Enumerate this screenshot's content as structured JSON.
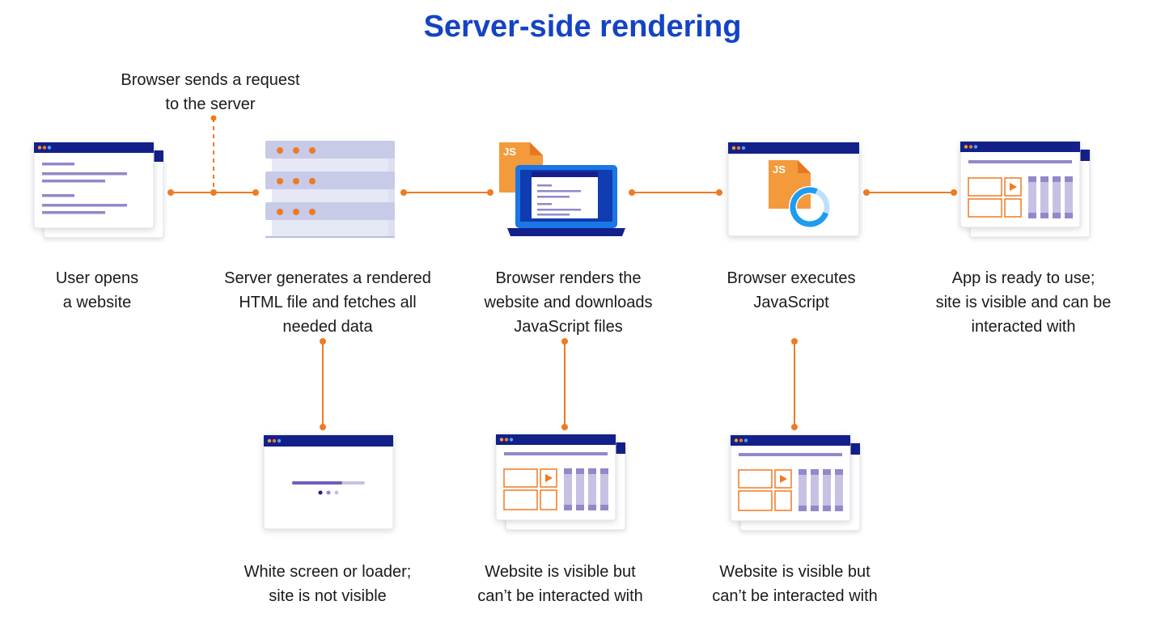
{
  "title": "Server-side rendering",
  "request_note": {
    "line1": "Browser sends a request",
    "line2": "to the server"
  },
  "steps": [
    {
      "line1": "User opens",
      "line2": "a website",
      "line3": ""
    },
    {
      "line1": "Server generates a rendered",
      "line2": "HTML file and fetches all",
      "line3": "needed data"
    },
    {
      "line1": "Browser renders the",
      "line2": "website and downloads",
      "line3": "JavaScript files"
    },
    {
      "line1": "Browser executes",
      "line2": "JavaScript",
      "line3": ""
    },
    {
      "line1": "App is ready to use;",
      "line2": "site is visible and can be",
      "line3": "interacted with"
    }
  ],
  "states": [
    {
      "line1": "White screen or loader;",
      "line2": "site is not visible"
    },
    {
      "line1": "Website is visible but",
      "line2": "can’t be interacted with"
    },
    {
      "line1": "Website is visible but",
      "line2": "can’t be interacted with"
    }
  ],
  "js_badge": "JS",
  "colors": {
    "title": "#1444c4",
    "connector": "#f07a22",
    "navy": "#13208a",
    "purple": "#9189c9",
    "purple_light": "#c7c2e3",
    "server": "#c8cbe8",
    "orange": "#f39a3c",
    "laptop_blue": "#1b76e6"
  },
  "icons": [
    "browser-window-icon",
    "server-rack-icon",
    "laptop-icon",
    "js-file-icon",
    "loading-ring-icon",
    "play-icon"
  ]
}
